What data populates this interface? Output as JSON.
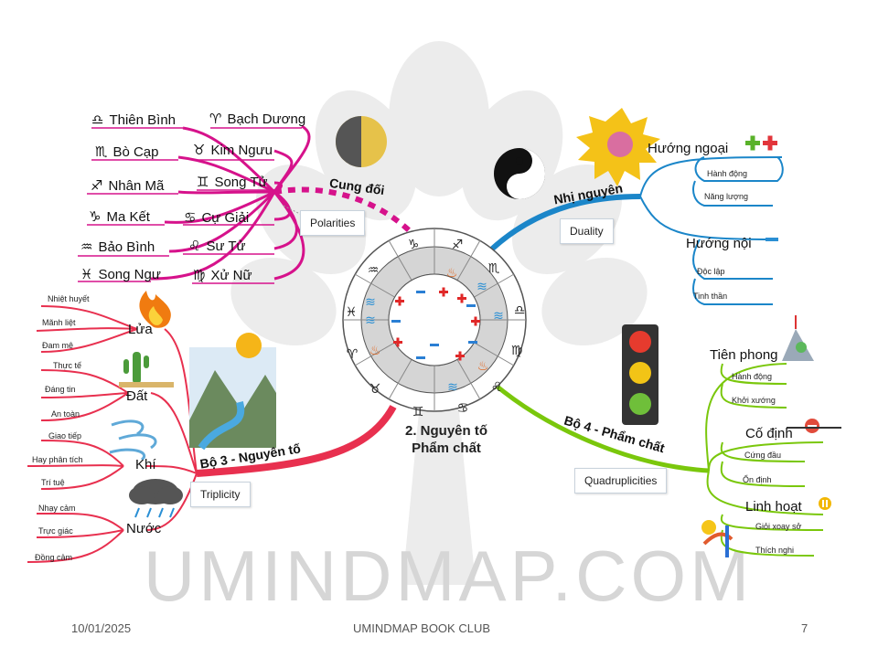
{
  "watermark": "UMINDMAP.COM",
  "center": {
    "line1": "2. Nguyên tố",
    "line2": "Phẩm chất"
  },
  "footer": {
    "date": "10/01/2025",
    "club": "UMINDMAP BOOK CLUB",
    "page": "7"
  },
  "polarities": {
    "title": "Cung đối",
    "box": "Polarities",
    "left_signs": [
      {
        "glyph": "♎",
        "name": "Thiên Bình"
      },
      {
        "glyph": "♏",
        "name": "Bò Cạp"
      },
      {
        "glyph": "♐",
        "name": "Nhân Mã"
      },
      {
        "glyph": "♑",
        "name": "Ma Kết"
      },
      {
        "glyph": "♒",
        "name": "Bảo Bình"
      },
      {
        "glyph": "♓",
        "name": "Song Ngư"
      }
    ],
    "right_signs": [
      {
        "glyph": "♈",
        "name": "Bạch Dương"
      },
      {
        "glyph": "♉",
        "name": "Kim Ngưu"
      },
      {
        "glyph": "♊",
        "name": "Song Tử"
      },
      {
        "glyph": "♋",
        "name": "Cự Giải"
      },
      {
        "glyph": "♌",
        "name": "Sư Tử"
      },
      {
        "glyph": "♍",
        "name": "Xử Nữ"
      }
    ]
  },
  "duality": {
    "title": "Nhị nguyên",
    "box": "Duality",
    "outer": {
      "label": "Hướng ngoại",
      "items": [
        "Hành động",
        "Năng lượng"
      ]
    },
    "inner": {
      "label": "Hướng nội",
      "items": [
        "Độc lập",
        "Tinh thần"
      ]
    }
  },
  "triplicity": {
    "title": "Bộ 3 - Nguyên tố",
    "box": "Triplicity",
    "elements": [
      {
        "name": "Lửa",
        "items": [
          "Nhiệt huyết",
          "Mãnh liệt",
          "Đam mê"
        ]
      },
      {
        "name": "Đất",
        "items": [
          "Thực tế",
          "Đáng tin",
          "An toàn"
        ]
      },
      {
        "name": "Khí",
        "items": [
          "Giao tiếp",
          "Hay phân tích",
          "Trí tuệ"
        ]
      },
      {
        "name": "Nước",
        "items": [
          "Nhạy cảm",
          "Trực giác",
          "Đồng cảm"
        ]
      }
    ]
  },
  "quadruplicity": {
    "title": "Bộ 4 - Phẩm chất",
    "box": "Quadruplicities",
    "modes": [
      {
        "name": "Tiên phong",
        "items": [
          "Hành động",
          "Khởi xướng"
        ]
      },
      {
        "name": "Cố định",
        "items": [
          "Cứng đầu",
          "Ổn định"
        ]
      },
      {
        "name": "Linh hoạt",
        "items": [
          "Giỏi xoay sở",
          "Thích nghi"
        ]
      }
    ]
  },
  "colors": {
    "magenta": "#d6128b",
    "blue": "#1b86c9",
    "red": "#e8304f",
    "green": "#7ac70c",
    "gray": "#d6d6d6"
  }
}
